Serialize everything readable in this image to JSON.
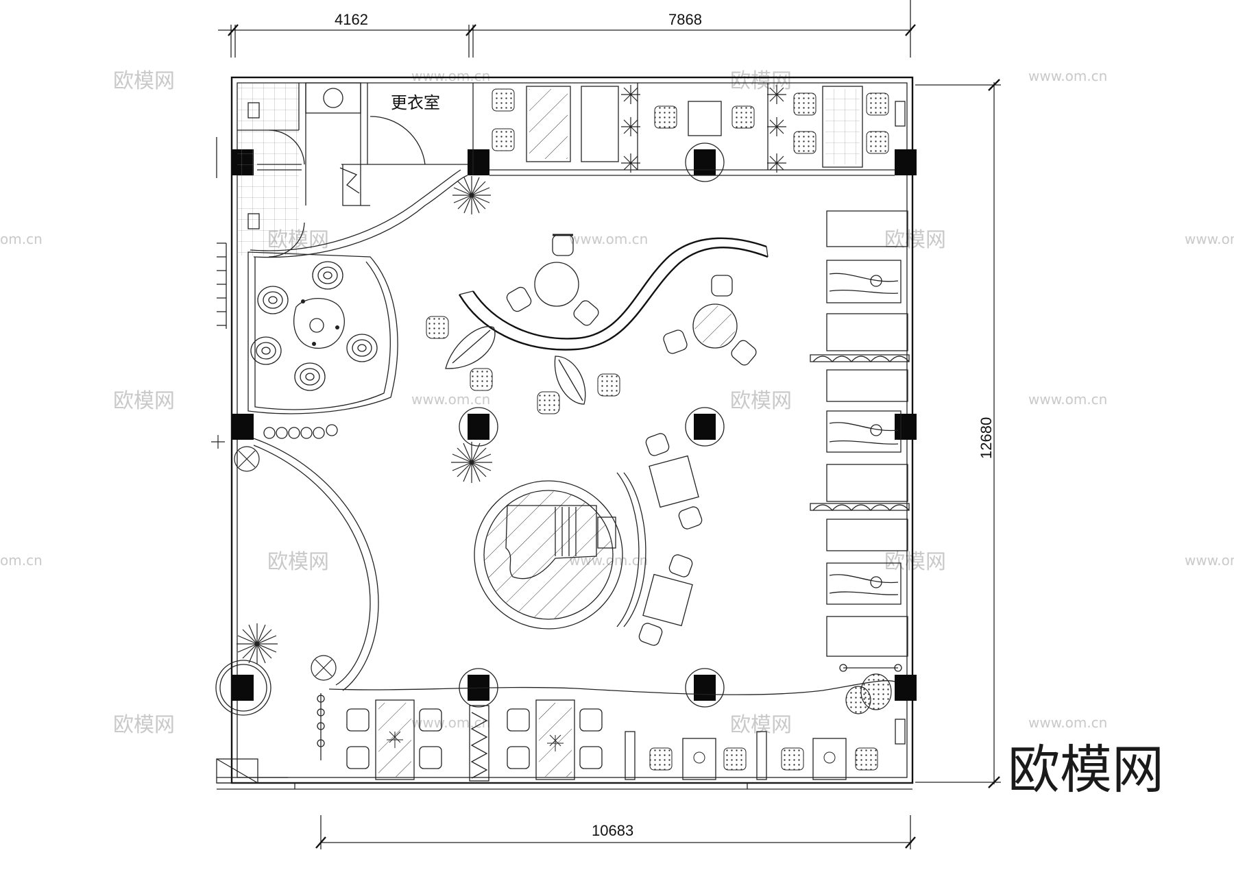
{
  "dimensions": {
    "top_left": "4162",
    "top_right": "7868",
    "bottom": "10683",
    "right": "12680"
  },
  "rooms": {
    "changing_room": "更衣室"
  },
  "brand": {
    "logo_text": "欧模网"
  },
  "watermarks": {
    "logo": "欧模网",
    "site": "www.om.cn",
    "site_short": "om.cn"
  }
}
